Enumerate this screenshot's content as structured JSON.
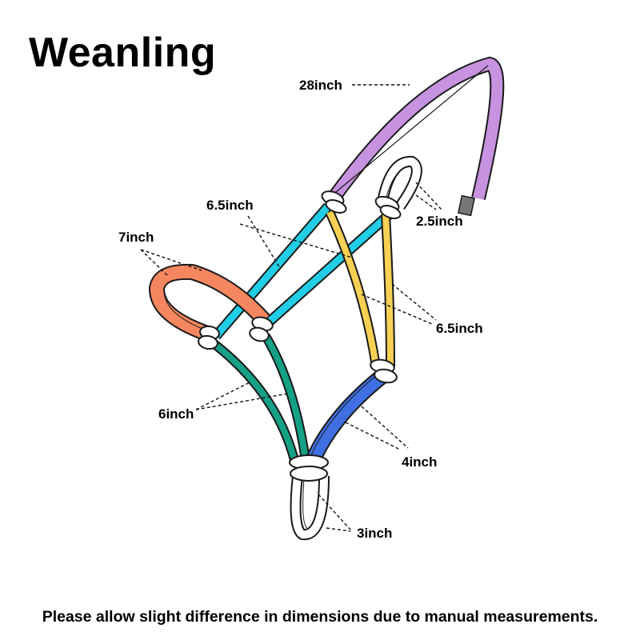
{
  "title": "Weanling",
  "labels": {
    "crown": "28inch",
    "tie_loop": "2.5inch",
    "cheek": "6.5inch",
    "throat": "6.5inch",
    "nose_loop": "7inch",
    "chin": "6inch",
    "lower_cheek": "4inch",
    "chin_loop": "3inch"
  },
  "colors": {
    "crown": "#c792e0",
    "cheek": "#22cde6",
    "throat": "#f7d154",
    "nose": "#f4875f",
    "chin": "#16a085",
    "lower_cheek": "#3f6fe0",
    "knot": "#ffffff",
    "outline": "#1a1a1a",
    "strap_end": "#777777"
  },
  "footer": "Please allow slight difference in dimensions due to manual measurements."
}
